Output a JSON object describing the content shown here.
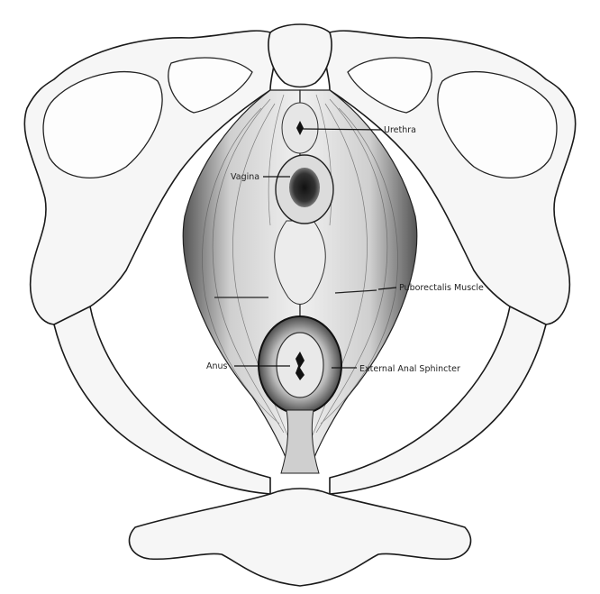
{
  "labels": {
    "urethra": "Urethra",
    "vagina": "Vagina",
    "puborectalis": "Puborectalis Muscle",
    "anus": "Anus",
    "sphincter": "External Anal Sphincter"
  },
  "colors": {
    "ink": "#1a1a1a",
    "bone": "#f4f4f4",
    "muscle": "#d9d9d9",
    "shadow": "#3a3a3a"
  }
}
